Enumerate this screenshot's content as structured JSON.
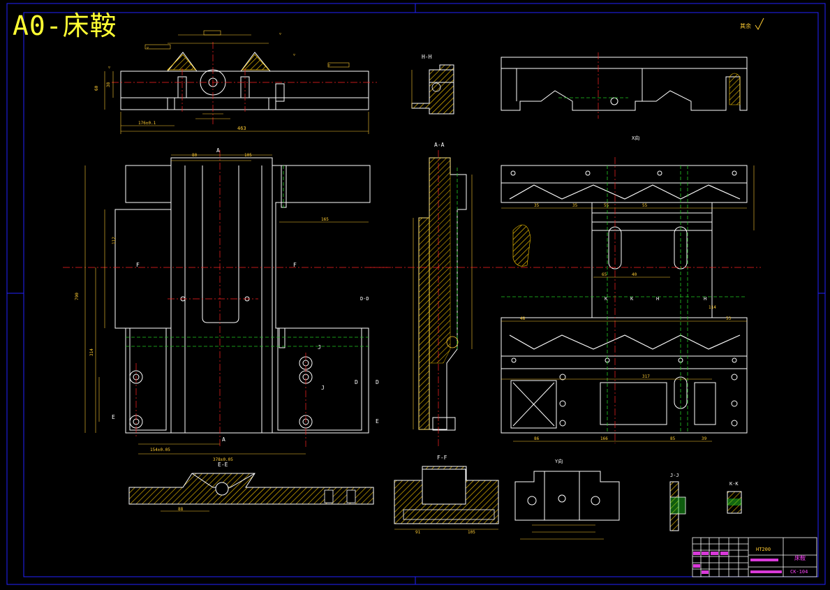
{
  "sheet_title": "A0-床鞍",
  "roughness_note": "其余",
  "colors": {
    "background": "#000000",
    "frame": "#2222ff",
    "outline": "#ffffff",
    "dimension": "#ffcc33",
    "center_line": "#ff2222",
    "hidden_line": "#22cc22",
    "hatch": "#ffcc00",
    "annotation": "#ff44ff"
  },
  "views": {
    "hh": "H-H",
    "aa": "A-A",
    "x_view": "X向",
    "y_view": "Y向",
    "ee": "E-E",
    "ff": "F-F",
    "jj": "J-J",
    "kk": "K-K",
    "dd": "D-D"
  },
  "section_markers": {
    "a_top": "A",
    "a_bottom": "A",
    "f_left": "F",
    "f_right": "F",
    "e_left": "E",
    "e_right": "E",
    "d_left": "D",
    "d_right": "D",
    "j_top": "J",
    "j_mid": "J",
    "k_left": "K",
    "k_right": "K",
    "h_left": "H",
    "h_right": "H"
  },
  "dimensions": {
    "top_width": "463",
    "top_176": "176±0.1",
    "top_h1": "60",
    "top_h2": "38",
    "plan_314": "314",
    "plan_154": "154±0.05",
    "plan_378": "378±0.05",
    "plan_165": "165",
    "plan_80": "80",
    "plan_105": "105",
    "plan_112": "112",
    "x_35a": "35",
    "x_35b": "35",
    "x_55a": "55",
    "x_55b": "55",
    "x_48": "48",
    "x_40": "40",
    "x_65": "65",
    "x_114": "114",
    "x_317": "317",
    "x_166": "166",
    "x_86": "86",
    "x_85": "85",
    "x_39": "39",
    "x_53": "53",
    "ee_88": "88",
    "ff_91": "91",
    "ff_105": "105"
  },
  "title_block": {
    "material": "HT200",
    "part_name": "床鞍",
    "drawing_no": "CK-104"
  }
}
